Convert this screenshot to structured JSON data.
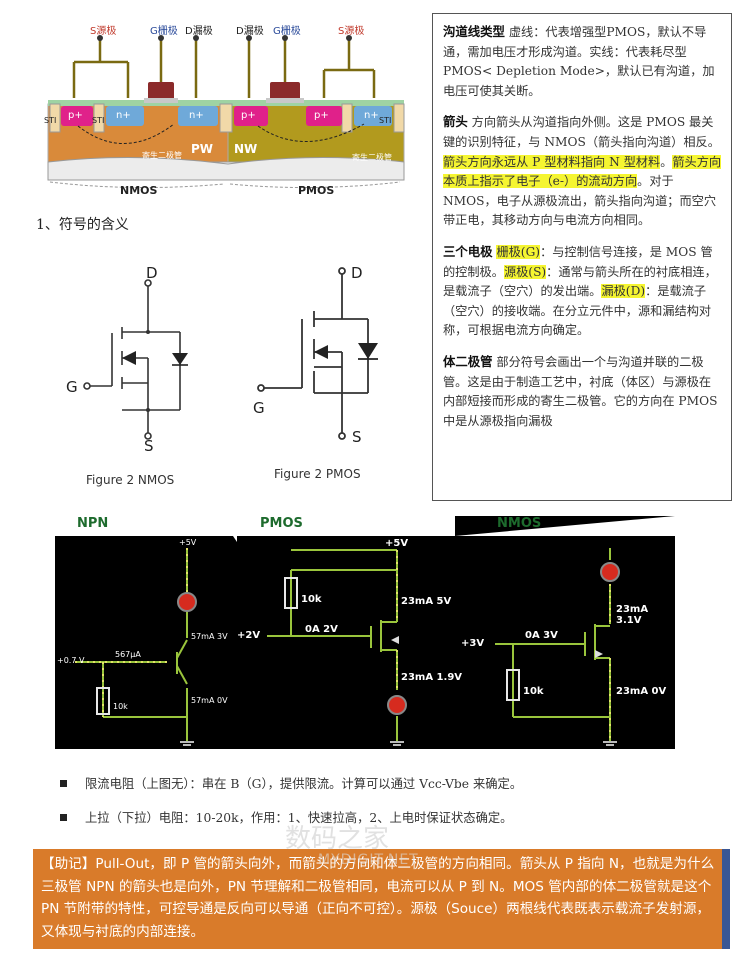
{
  "cross_section": {
    "top_labels": [
      "S源极",
      "G栅极",
      "D漏极",
      "D漏极",
      "G栅极",
      "S源极"
    ],
    "p_plus": "p+",
    "n_plus": "n+",
    "sti": "STI",
    "parasitic": "寄生二极管",
    "pw": "PW",
    "nw": "NW",
    "nmos": "NMOS",
    "pmos": "PMOS"
  },
  "heading": "1、符号的含义",
  "symbols": {
    "d": "D",
    "g": "G",
    "s": "S",
    "nmos_caption": "Figure 2 NMOS",
    "pmos_caption": "Figure 2 PMOS"
  },
  "notes": {
    "p1_title": "沟道线类型",
    "p1_text": " 虚线：代表增强型PMOS，默认不导通，需加电压才形成沟道。实线：代表耗尽型 PMOS< Depletion Mode>，默认已有沟道，加电压可使其关断。",
    "p2_title": "箭头",
    "p2_text_a": " 方向箭头从沟道指向外侧。这是 PMOS 最关键的识别特征，与 NMOS（箭头指向沟道）相反。",
    "p2_hl_a": "箭头方向永远从 P 型材料指向 N 型材料",
    "p2_text_b": "。",
    "p2_hl_b": "箭头方向本质上指示了电子（e-）的流动方向",
    "p2_text_c": "。对于 NMOS，电子从源极流出，箭头指向沟道；而空穴带正电，其移动方向与电流方向相同。",
    "p3_title": "三个电极",
    "p3_hl_g": "栅极(G)",
    "p3_text_a": "：与控制信号连接，是 MOS 管的控制极。",
    "p3_hl_s": "源极(S)",
    "p3_text_b": "：通常与箭头所在的衬底相连，是载流子（空穴）的发出端。",
    "p3_hl_d": "漏极(D)",
    "p3_text_c": "：是载流子（空穴）的接收端。在分立元件中，源和漏结构对称，可根据电流方向确定。",
    "p4_title": "体二极管",
    "p4_text": " 部分符号会画出一个与沟道并联的二极管。这是由于制造工艺中，衬底（体区）与源极在内部短接而形成的寄生二极管。它的方向在 PMOS 中是从源极指向漏极"
  },
  "circuit": {
    "npn": {
      "title": "NPN",
      "vcc": "+5V",
      "vin": "+0.7 V",
      "ib": "567μA",
      "r": "10k",
      "ic": "57mA 3V",
      "ie": "57mA 0V"
    },
    "pmos": {
      "title": "PMOS",
      "vcc": "+5V",
      "r": "10k",
      "vin": "+2V",
      "gate": "0A 2V",
      "top": "23mA 5V",
      "bottom": "23mA 1.9V"
    },
    "nmos": {
      "title": "NMOS",
      "top": "23mA 3.1V",
      "vin": "+3V",
      "gate": "0A 3V",
      "r": "10k",
      "bottom": "23mA 0V"
    }
  },
  "bullets": [
    "限流电阻（上图无）：串在 B（G），提供限流。计算可以通过 Vcc-Vbe 来确定。",
    "上拉（下拉）电阻：10-20k，作用：1、快速拉高，2、上电时保证状态确定。"
  ],
  "mnemonic": "【助记】Pull-Out，即 P 管的箭头向外，而箭头的方向和体二极管的方向相同。箭头从 P 指向 N，也就是为什么三极管 NPN 的箭头也是向外，PN 节理解和二极管相同，电流可以从 P 到 N。MOS 管内部的体二极管就是这个 PN 节附带的特性，可控导通是反向可以导通（正向不可控）。源极（Souce）两根线代表既表示载流子发射源，又体现与衬底的内部连接。",
  "watermark": "数码之家",
  "watermark_sub": "MYDIGIT.NET"
}
